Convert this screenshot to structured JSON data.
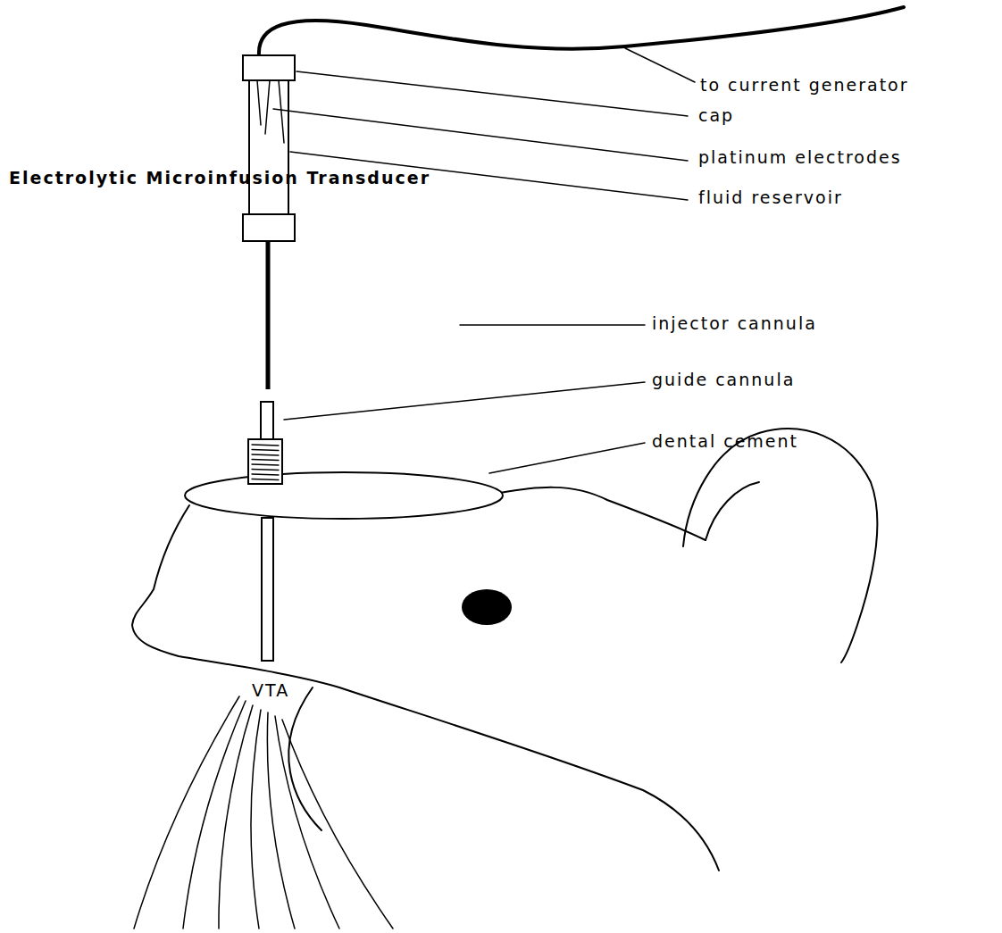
{
  "diagram": {
    "title": "Electrolytic Microinfusion Transducer",
    "labels": [
      "to current generator",
      "cap",
      "platinum electrodes",
      "fluid reservoir",
      "injector cannula",
      "guide cannula",
      "dental cement",
      "VTA"
    ]
  }
}
